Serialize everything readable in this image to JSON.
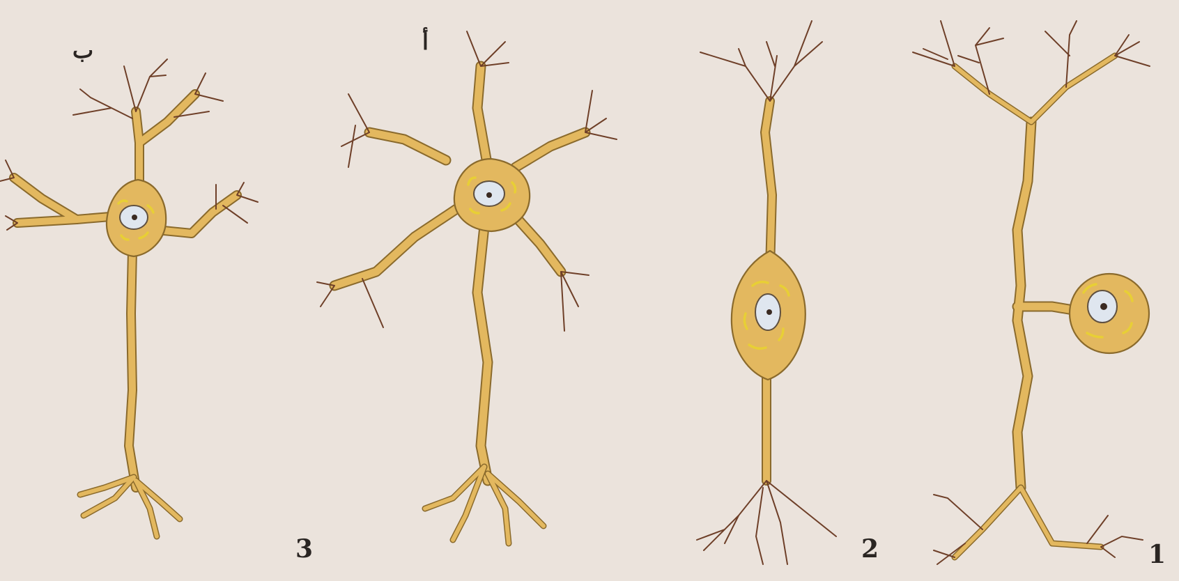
{
  "labels": {
    "neuron_3": "3",
    "neuron_2": "2",
    "neuron_1": "1",
    "variant_a": "أ",
    "variant_b": "ب"
  },
  "colors": {
    "background": "#ebe3dc",
    "cell_body": "#e3b85f",
    "cell_outline": "#8a6a2c",
    "dendrite_tips": "#6e3f28",
    "nucleus": "#dfe6ef",
    "organelles": "#e8cf35"
  },
  "neurons": [
    {
      "id": "multipolar-b",
      "type": "multipolar"
    },
    {
      "id": "multipolar-a",
      "type": "multipolar"
    },
    {
      "id": "bipolar",
      "type": "bipolar"
    },
    {
      "id": "unipolar",
      "type": "pseudo-unipolar"
    }
  ]
}
